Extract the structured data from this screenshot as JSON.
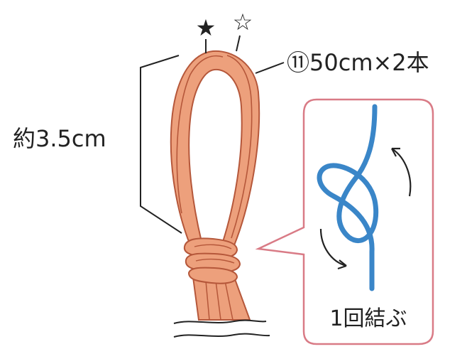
{
  "labels": {
    "star_filled": "★",
    "star_outline": "☆",
    "cord_spec": "⑪50cm×2本",
    "loop_length": "約3.5cm",
    "knot_caption": "1回結ぶ"
  },
  "colors": {
    "cord_fill": "#eda07c",
    "cord_edge": "#b5573a",
    "inset_cord": "#3a86c8",
    "inset_border": "#d97b86",
    "line": "#222222"
  }
}
